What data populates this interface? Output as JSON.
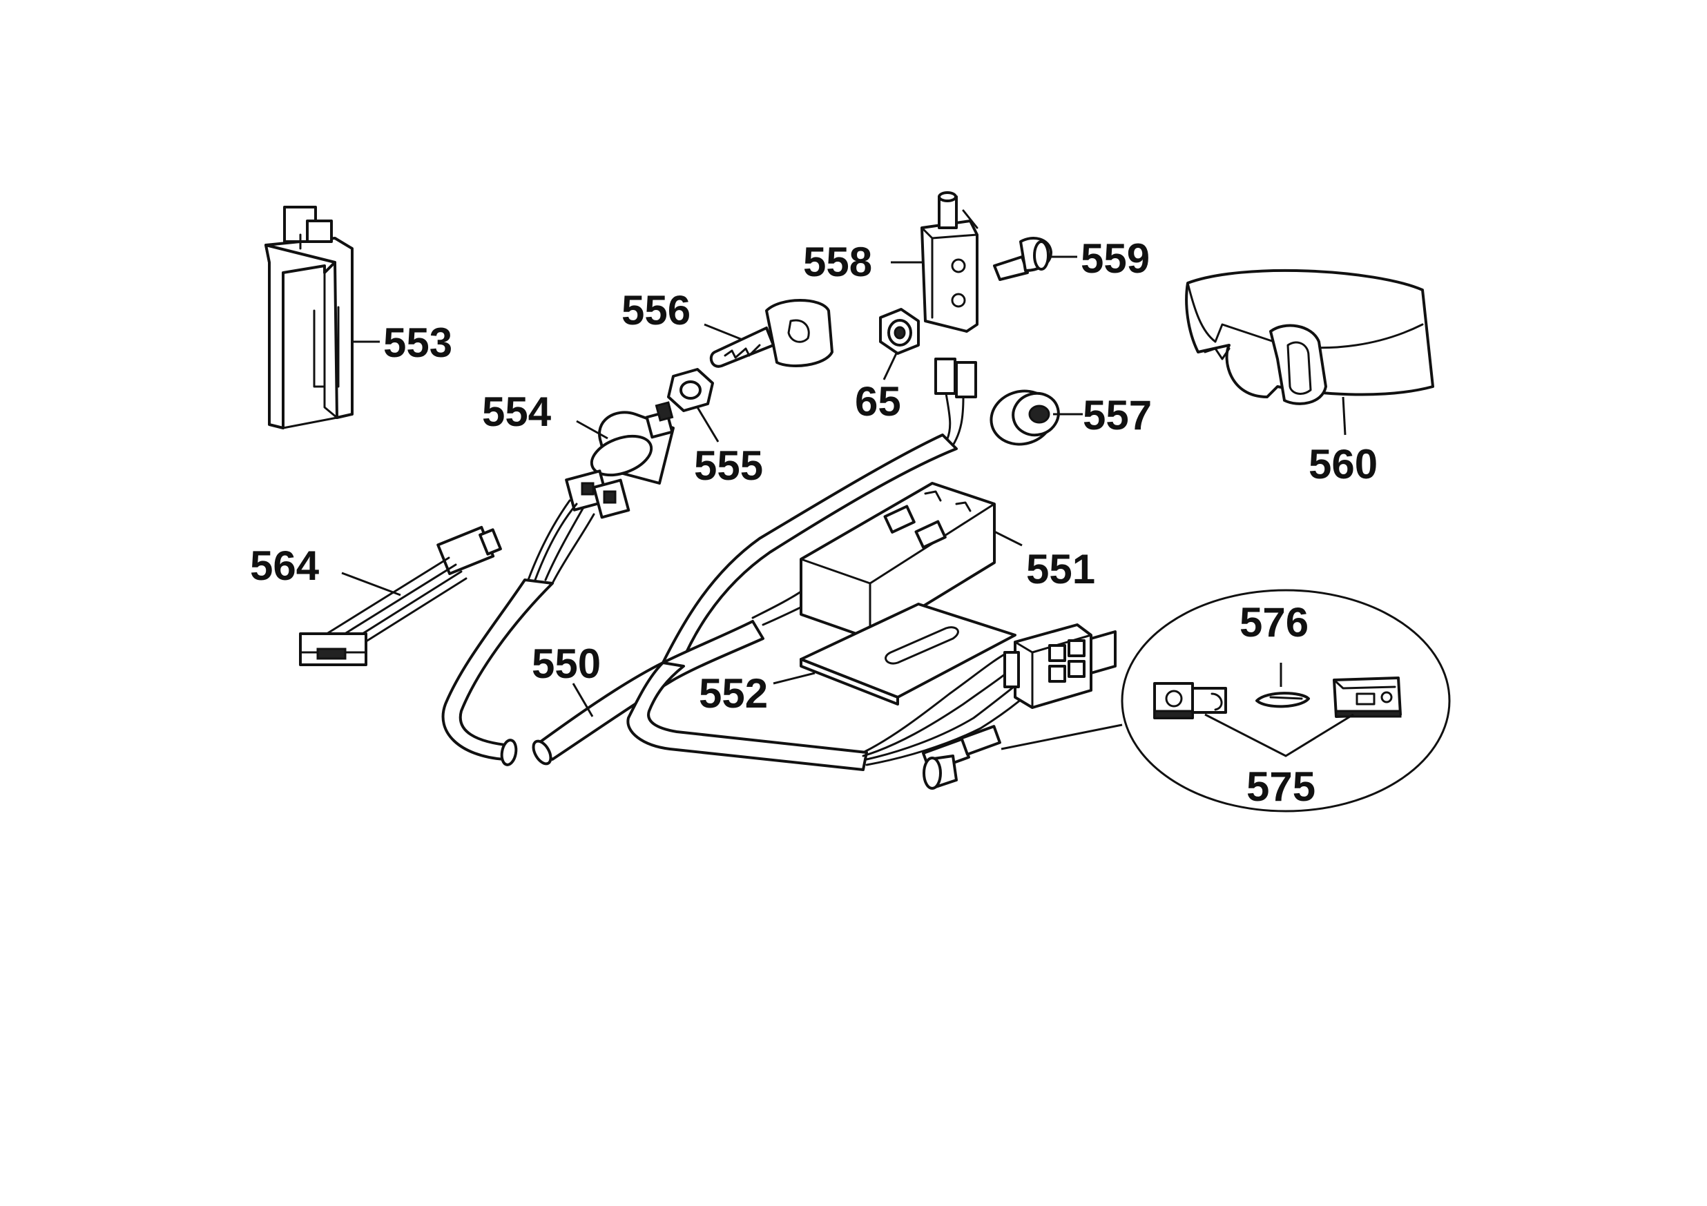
{
  "callouts": {
    "c553": "553",
    "c558": "558",
    "c559": "559",
    "c556": "556",
    "c554": "554",
    "c555": "555",
    "c65": "65",
    "c557": "557",
    "c560": "560",
    "c564": "564",
    "c551": "551",
    "c550": "550",
    "c552": "552",
    "c576": "576",
    "c575": "575"
  },
  "colors": {
    "line": "#111111",
    "background": "#ffffff"
  }
}
